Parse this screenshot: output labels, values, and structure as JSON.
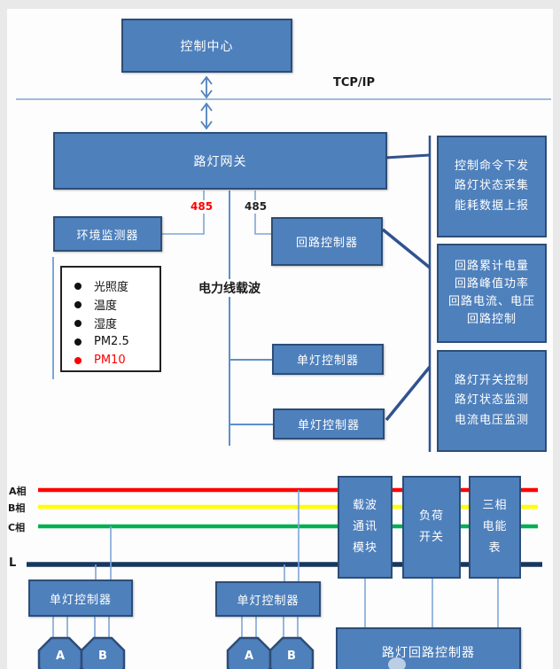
{
  "top": {
    "control_center": "控制中心",
    "tcp_label": "TCP/IP",
    "gateway": "路灯网关"
  },
  "bus": {
    "left_485": "485",
    "right_485": "485",
    "plc_label": "电力线载波"
  },
  "nodes": {
    "env_monitor": "环境监测器",
    "loop_controller": "回路控制器",
    "lamp_mid_1": "单灯控制器",
    "lamp_mid_2": "单灯控制器"
  },
  "panels": {
    "p1": [
      "控制命令下发",
      "路灯状态采集",
      "能耗数据上报"
    ],
    "p2": [
      "回路累计电量",
      "回路峰值功率",
      "回路电流、电压",
      "回路控制"
    ],
    "p3": [
      "路灯开关控制",
      "路灯状态监测",
      "电流电压监测"
    ]
  },
  "legend": {
    "items": [
      {
        "label": "光照度",
        "color": "#111111"
      },
      {
        "label": "温度",
        "color": "#111111"
      },
      {
        "label": "湿度",
        "color": "#111111"
      },
      {
        "label": "PM2.5",
        "color": "#111111"
      },
      {
        "label": "PM10",
        "color": "#ff0000"
      }
    ]
  },
  "power": {
    "phase_a": "A相",
    "phase_b": "B相",
    "phase_c": "C相",
    "neutral": "L",
    "carrier_module": [
      "载波",
      "通讯",
      "模块"
    ],
    "load_switch": [
      "负荷",
      "开关"
    ],
    "meter": [
      "三相",
      "电能",
      "表"
    ],
    "lamp_bot_1": "单灯控制器",
    "lamp_bot_2": "单灯控制器",
    "loop_box": "路灯回路控制器",
    "lamps": [
      "A",
      "B",
      "A",
      "B"
    ]
  },
  "colors": {
    "box_fill": "#4e80bc",
    "box_border": "#2d4d77",
    "connector_light": "#7ea6d8",
    "connector_dark": "#31538f",
    "phase_a": "#ff0000",
    "phase_b": "#ffff00",
    "phase_c": "#00b050",
    "neutral": "#17375e",
    "rs485_red": "#ff0000"
  }
}
